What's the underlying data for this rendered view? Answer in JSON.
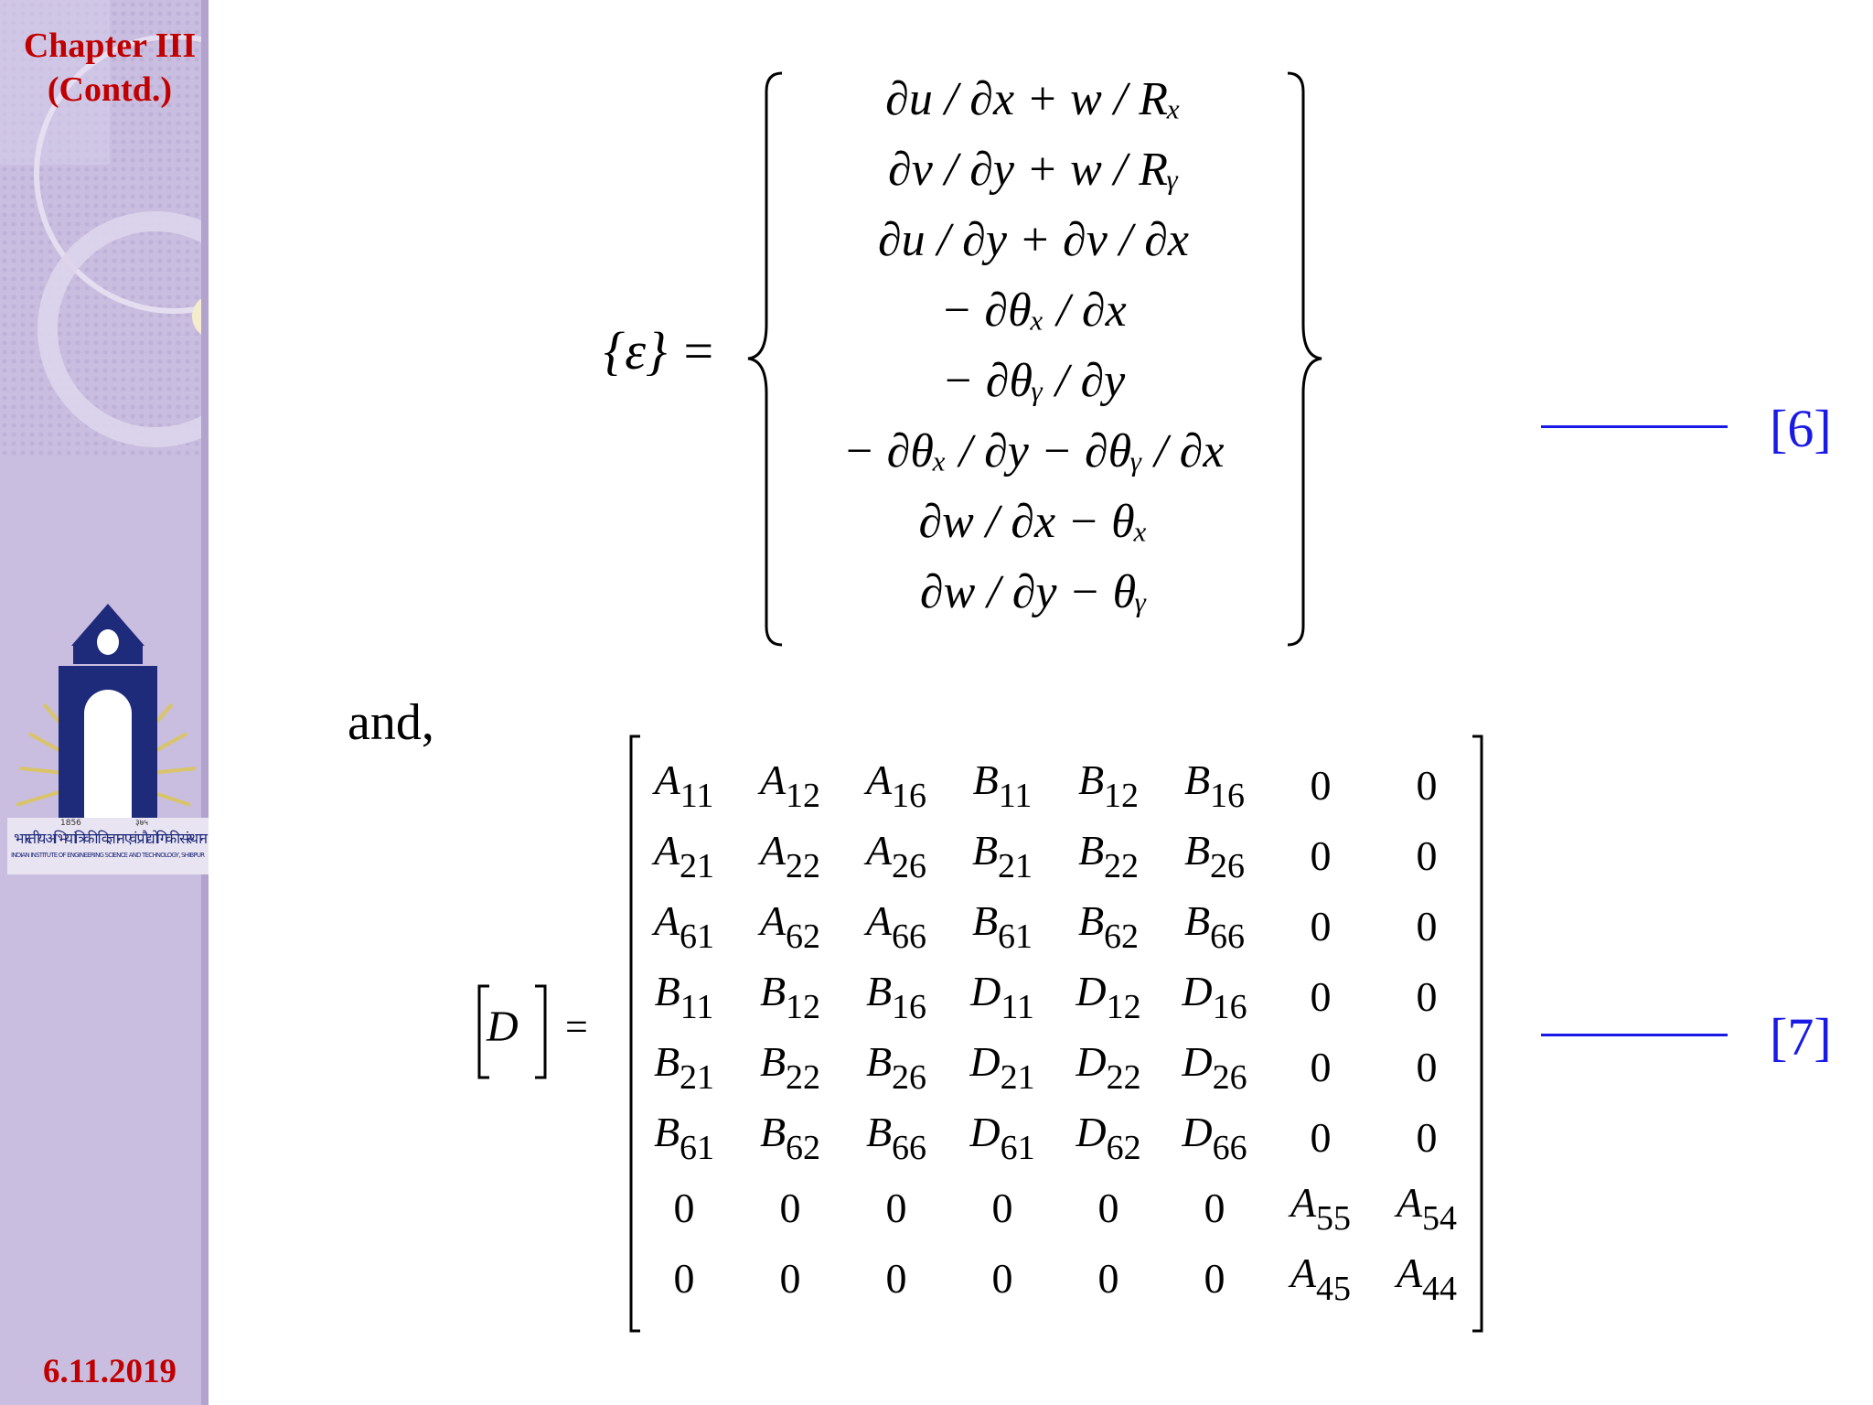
{
  "sidebar": {
    "chapter_line1": "Chapter III",
    "chapter_line2": "(Contd.)",
    "date": "6.11.2019"
  },
  "equation6": {
    "lhs": "{ε} =",
    "rows": [
      "∂u / ∂x + w / Rₓ",
      "∂v / ∂y + w / Rᵧ",
      "∂u / ∂y + ∂v / ∂x",
      "− ∂θₓ / ∂x",
      "− ∂θᵧ / ∂y",
      "− ∂θₓ / ∂y − ∂θᵧ / ∂x",
      "∂w / ∂x − θₓ",
      "∂w / ∂y − θᵧ"
    ],
    "number": "[6]"
  },
  "connector": "and,",
  "equation7": {
    "lhs": "D",
    "equals": "=",
    "matrix": [
      [
        [
          "A",
          "11"
        ],
        [
          "A",
          "12"
        ],
        [
          "A",
          "16"
        ],
        [
          "B",
          "11"
        ],
        [
          "B",
          "12"
        ],
        [
          "B",
          "16"
        ],
        [
          "0",
          ""
        ],
        [
          "0",
          ""
        ]
      ],
      [
        [
          "A",
          "21"
        ],
        [
          "A",
          "22"
        ],
        [
          "A",
          "26"
        ],
        [
          "B",
          "21"
        ],
        [
          "B",
          "22"
        ],
        [
          "B",
          "26"
        ],
        [
          "0",
          ""
        ],
        [
          "0",
          ""
        ]
      ],
      [
        [
          "A",
          "61"
        ],
        [
          "A",
          "62"
        ],
        [
          "A",
          "66"
        ],
        [
          "B",
          "61"
        ],
        [
          "B",
          "62"
        ],
        [
          "B",
          "66"
        ],
        [
          "0",
          ""
        ],
        [
          "0",
          ""
        ]
      ],
      [
        [
          "B",
          "11"
        ],
        [
          "B",
          "12"
        ],
        [
          "B",
          "16"
        ],
        [
          "D",
          "11"
        ],
        [
          "D",
          "12"
        ],
        [
          "D",
          "16"
        ],
        [
          "0",
          ""
        ],
        [
          "0",
          ""
        ]
      ],
      [
        [
          "B",
          "21"
        ],
        [
          "B",
          "22"
        ],
        [
          "B",
          "26"
        ],
        [
          "D",
          "21"
        ],
        [
          "D",
          "22"
        ],
        [
          "D",
          "26"
        ],
        [
          "0",
          ""
        ],
        [
          "0",
          ""
        ]
      ],
      [
        [
          "B",
          "61"
        ],
        [
          "B",
          "62"
        ],
        [
          "B",
          "66"
        ],
        [
          "D",
          "61"
        ],
        [
          "D",
          "62"
        ],
        [
          "D",
          "66"
        ],
        [
          "0",
          ""
        ],
        [
          "0",
          ""
        ]
      ],
      [
        [
          "0",
          ""
        ],
        [
          "0",
          ""
        ],
        [
          "0",
          ""
        ],
        [
          "0",
          ""
        ],
        [
          "0",
          ""
        ],
        [
          "0",
          ""
        ],
        [
          "A",
          "55"
        ],
        [
          "A",
          "54"
        ]
      ],
      [
        [
          "0",
          ""
        ],
        [
          "0",
          ""
        ],
        [
          "0",
          ""
        ],
        [
          "0",
          ""
        ],
        [
          "0",
          ""
        ],
        [
          "0",
          ""
        ],
        [
          "A",
          "45"
        ],
        [
          "A",
          "44"
        ]
      ]
    ],
    "number": "[7]"
  },
  "logo": {
    "year_left": "1856",
    "year_right": "३७५",
    "text_hindi": "भारतीय अभियांत्रिकी विज्ञान एवं प्रौद्योगिकी संस्थान",
    "text_english": "INDIAN INSTITUTE OF ENGINEERING SCIENCE AND TECHNOLOGY, SHIBPUR"
  },
  "colors": {
    "sidebar": "#c9bde0",
    "chapter_text": "#c00000",
    "equation_number": "#1a1ae6"
  }
}
